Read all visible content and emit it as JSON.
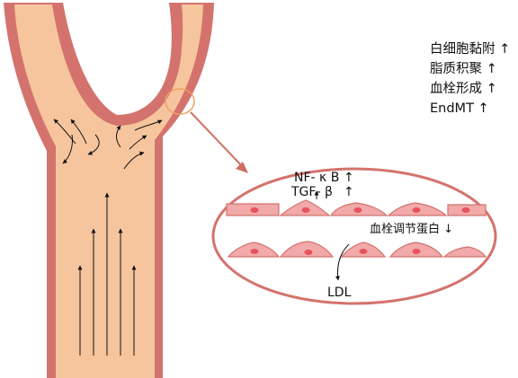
{
  "effects": [
    "白细胞黏附 ↑",
    "脂质积聚 ↑",
    "血栓形成 ↑",
    "EndMT ↑"
  ],
  "zoom_labels": {
    "nfkb": "NF- κ B",
    "tgfb": "TGF- β",
    "thrombo": "血栓调节蛋白 ↓",
    "ldl": "LDL",
    "arrow_up": "↑"
  },
  "colors": {
    "vessel_wall": "#d4736d",
    "lumen": "#f6c59d",
    "connector": "#cf6f62",
    "highlight_ring": "#f0a060",
    "cell_fill": "#f1a9a9",
    "nucleus": "#e8525c"
  }
}
